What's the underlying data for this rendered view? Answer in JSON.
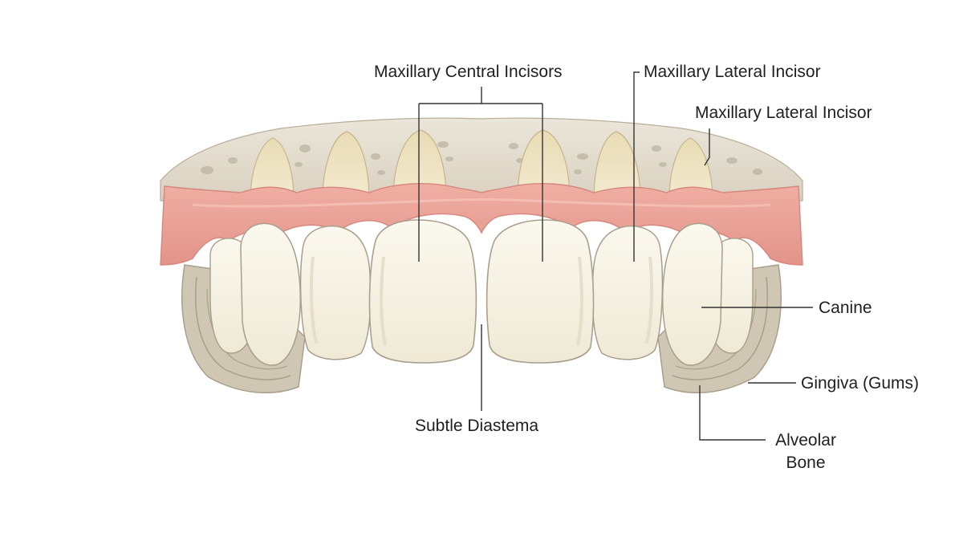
{
  "labels": {
    "maxillary_central_incisors": "Maxillary Central Incisors",
    "maxillary_lateral_incisor_1": "Maxillary Lateral Incisor",
    "maxillary_lateral_incisor_2": "Maxillary Lateral Incisor",
    "canine": "Canine",
    "gingiva": "Gingiva (Gums)",
    "subtle_diastema": "Subtle Diastema",
    "alveolar_bone_line1": "Alveolar",
    "alveolar_bone_line2": "Bone"
  },
  "colors": {
    "bone": "#e4ded0",
    "bone_shadow": "#cfc6b4",
    "bone_pore": "#bdb3a2",
    "gum": "#e9a197",
    "gum_dark": "#d98a80",
    "gum_light": "#f3bdb3",
    "tooth": "#f6f2e4",
    "tooth_shadow": "#e3dcc7",
    "root": "#eee3c1",
    "outline": "#a89f8c",
    "leader": "#333333"
  }
}
